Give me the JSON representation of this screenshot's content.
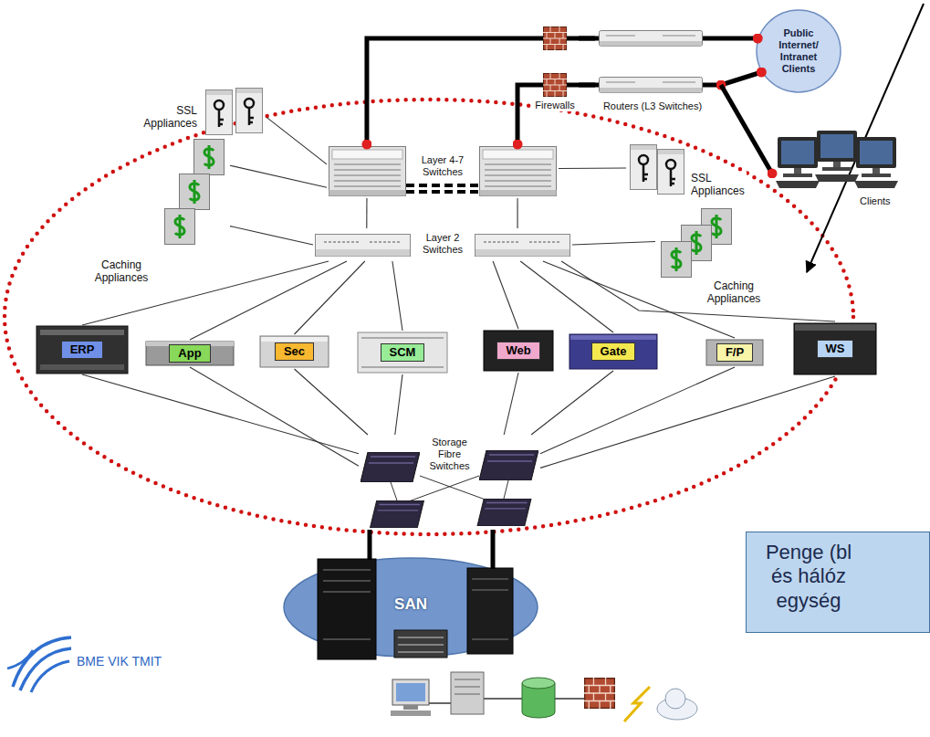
{
  "diagram": {
    "nodes": [
      {
        "text": [
          "Public Internet/ Intranet Clients"
        ]
      },
      {
        "text": [
          "Firewalls"
        ]
      },
      {
        "text": [
          "Routers (L3 Switches)"
        ]
      },
      {
        "text": [
          "Clients"
        ]
      },
      {
        "text": [
          "SSL Appliances"
        ]
      },
      {
        "text": [
          "Layer 4-7 Switches"
        ]
      },
      {
        "text": [
          "SSL Appliances"
        ]
      },
      {
        "text": [
          "Caching Appliances"
        ]
      },
      {
        "text": [
          "Layer 2 Switches"
        ]
      },
      {
        "text": [
          "Caching Appliances"
        ]
      },
      {
        "text": [
          "ERP"
        ]
      },
      {
        "text": [
          "App"
        ]
      },
      {
        "text": [
          "Sec"
        ]
      },
      {
        "text": [
          "SCM"
        ]
      },
      {
        "text": [
          "Web"
        ]
      },
      {
        "text": [
          "Gate"
        ]
      },
      {
        "text": [
          "F/P"
        ]
      },
      {
        "text": [
          "WS"
        ]
      },
      {
        "text": [
          "Storage Fibre Switches"
        ]
      },
      {
        "text": [
          "SAN"
        ]
      },
      {
        "text": [
          "Penge (bl és hálóz egység"
        ]
      }
    ],
    "edges": [
      {
        "from": 1,
        "to": 5,
        "arrow": "none"
      },
      {
        "from": 1,
        "to": 5,
        "arrow": "none"
      },
      {
        "from": 1,
        "to": 2,
        "arrow": "none"
      },
      {
        "from": 1,
        "to": 2,
        "arrow": "none"
      },
      {
        "from": 2,
        "to": 0,
        "arrow": "none"
      },
      {
        "from": 2,
        "to": 0,
        "arrow": "none"
      },
      {
        "from": 2,
        "to": 3,
        "arrow": "none"
      },
      {
        "from": 4,
        "to": 5,
        "arrow": "none"
      },
      {
        "from": 5,
        "to": 6,
        "arrow": "none"
      },
      {
        "from": 7,
        "to": 5,
        "arrow": "none"
      },
      {
        "from": 7,
        "to": 8,
        "arrow": "none"
      },
      {
        "from": 5,
        "to": 8,
        "arrow": "none"
      },
      {
        "from": 5,
        "to": 8,
        "arrow": "none"
      },
      {
        "from": 8,
        "to": 9,
        "arrow": "none"
      },
      {
        "from": 8,
        "to": 10,
        "arrow": "none"
      },
      {
        "from": 8,
        "to": 11,
        "arrow": "none"
      },
      {
        "from": 8,
        "to": 12,
        "arrow": "none"
      },
      {
        "from": 8,
        "to": 13,
        "arrow": "none"
      },
      {
        "from": 8,
        "to": 14,
        "arrow": "none"
      },
      {
        "from": 8,
        "to": 15,
        "arrow": "none"
      },
      {
        "from": 8,
        "to": 16,
        "arrow": "none"
      },
      {
        "from": 8,
        "to": 17,
        "arrow": "none"
      },
      {
        "from": 10,
        "to": 18,
        "arrow": "none"
      },
      {
        "from": 11,
        "to": 18,
        "arrow": "none"
      },
      {
        "from": 12,
        "to": 18,
        "arrow": "none"
      },
      {
        "from": 13,
        "to": 18,
        "arrow": "none"
      },
      {
        "from": 14,
        "to": 18,
        "arrow": "none"
      },
      {
        "from": 15,
        "to": 18,
        "arrow": "none"
      },
      {
        "from": 16,
        "to": 18,
        "arrow": "none"
      },
      {
        "from": 17,
        "to": 18,
        "arrow": "none"
      },
      {
        "from": 18,
        "to": 19,
        "arrow": "none"
      },
      {
        "from": 18,
        "to": 19,
        "arrow": "none"
      }
    ],
    "labels": [
      "BME VIK TMIT"
    ]
  }
}
